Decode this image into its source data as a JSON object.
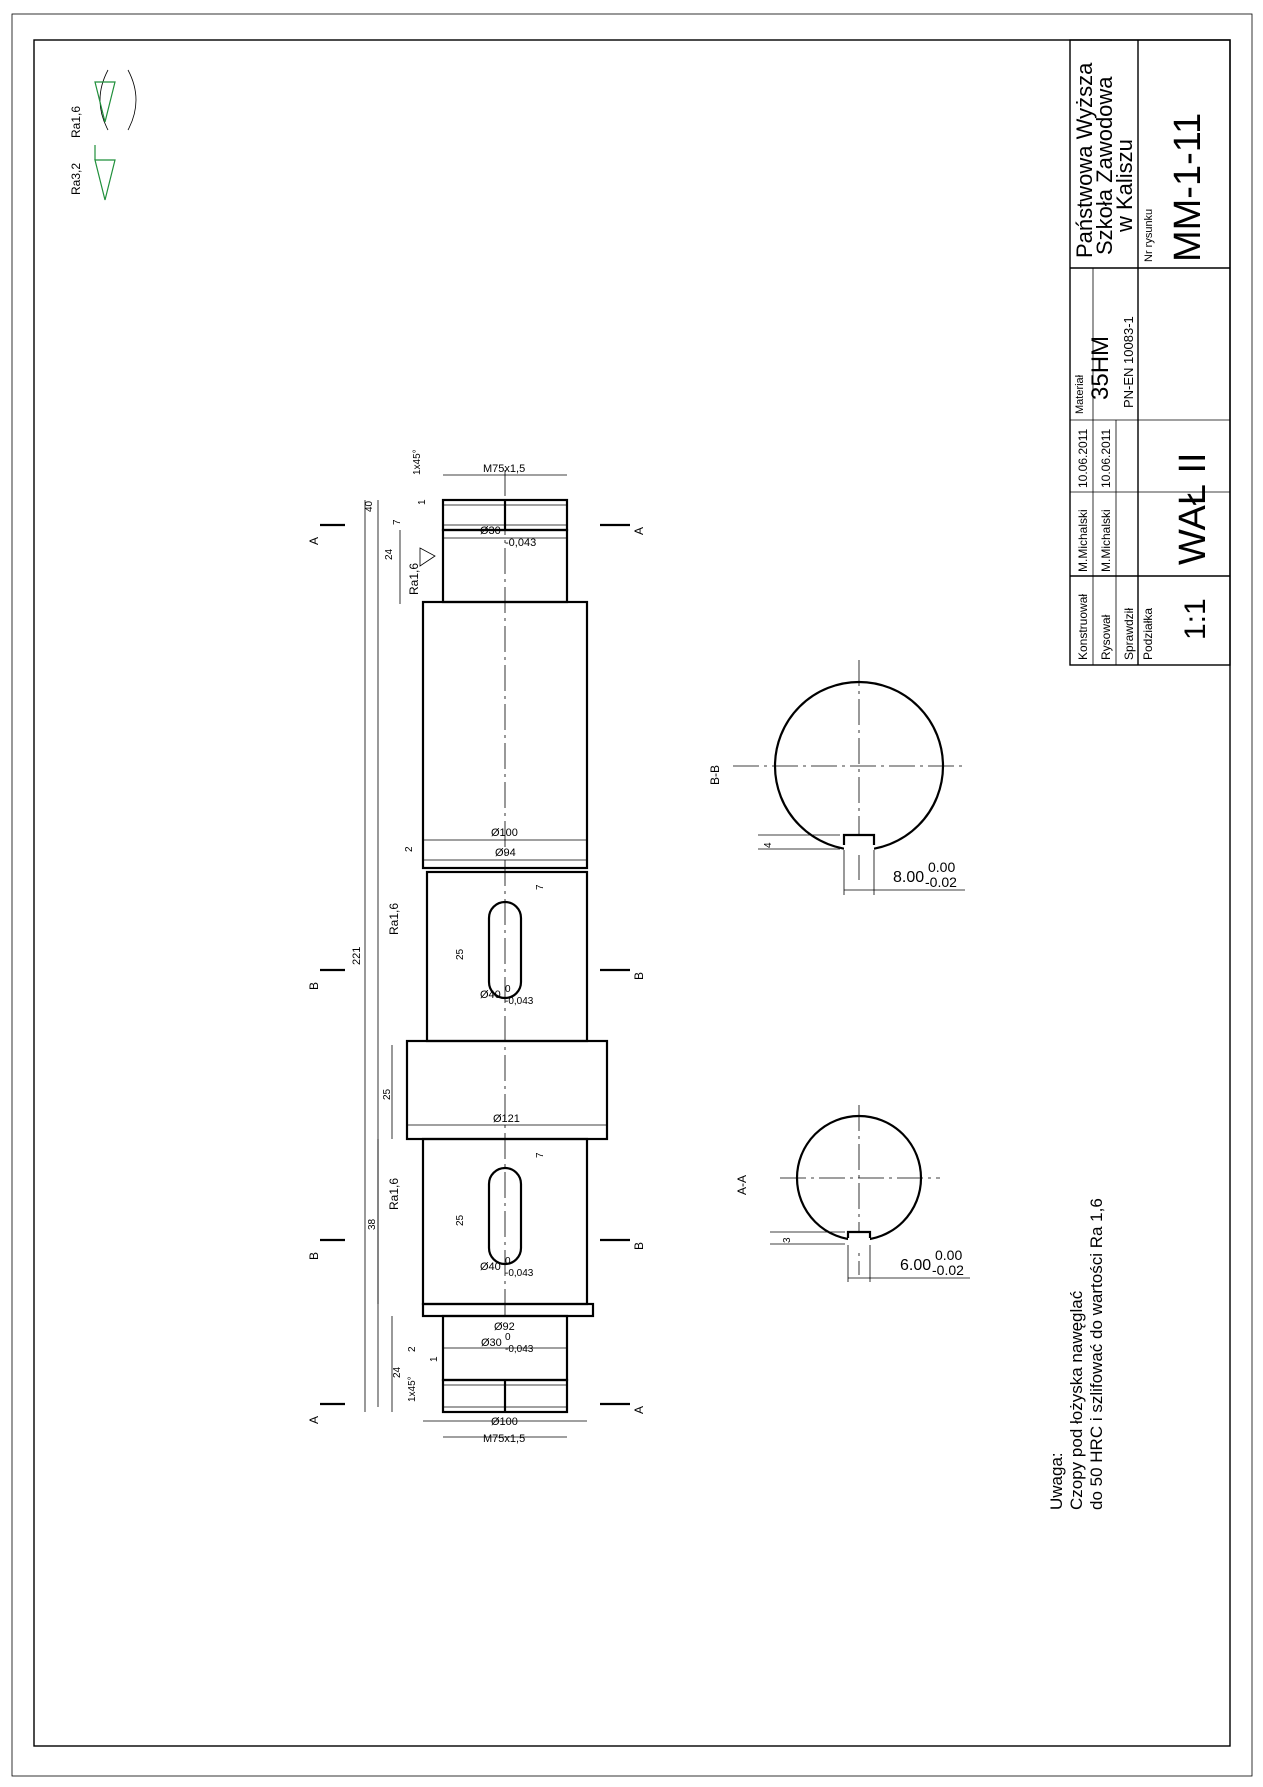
{
  "roughness_general": {
    "symbol": "Ra3,2",
    "bracketed": "Ra1,6"
  },
  "title_block": {
    "institution": [
      "Państwowa Wyższa",
      "Szkoła Zawodowa",
      "w Kaliszu"
    ],
    "drawing_no_label": "Nr rysunku",
    "drawing_no": "MM-1-11",
    "material_label": "Materiał",
    "material": "35HM",
    "material_standard": "PN-EN 10083-1",
    "title": "WAŁ II",
    "scale_label": "Podziałka",
    "scale": "1:1",
    "rows": [
      {
        "role": "Konstruował",
        "name": "M.Michalski",
        "date": "10.06.2011"
      },
      {
        "role": "Rysował",
        "name": "M.Michalski",
        "date": "10.06.2011"
      },
      {
        "role": "Sprawdził",
        "name": "",
        "date": ""
      }
    ]
  },
  "note": {
    "heading": "Uwaga:",
    "line1": "Czopy pod łożyska nawęglać",
    "line2": "do 50 HRC i szlifować do wartości Ra 1,6"
  },
  "dimensions": {
    "thread_top": "M75x1,5",
    "thread_bottom": "M75x1,5",
    "chamfer_top": "1x45°",
    "chamfer_bottom": "1x45°",
    "d_journal_top": "Ø30",
    "tol_journal_top": "-0,043",
    "d_journal_bottom": "Ø30",
    "tol_journal_bottom_upper": "0",
    "tol_journal_bottom_lower": "-0,043",
    "d100": "Ø100",
    "d94": "Ø94",
    "d_key_top": "Ø40",
    "tol_key_top_upper": "0",
    "tol_key_top_lower": "-0,043",
    "d121": "Ø121",
    "d_key_bottom": "Ø40",
    "tol_key_bottom_upper": "0",
    "tol_key_bottom_lower": "-0,043",
    "d92": "Ø92",
    "d100_bottom": "Ø100",
    "len_40": "40",
    "len_7_top": "7",
    "len_1_top": "1",
    "len_24_top": "24",
    "len_221": "221",
    "len_2_top": "2",
    "len_7_key_top": "7",
    "len_25_key_top": "25",
    "len_25_collar": "25",
    "len_7_key_bottom": "7",
    "len_25_key_bottom": "25",
    "len_38": "38",
    "len_2_bottom": "2",
    "len_1_bottom": "1",
    "len_24_bottom": "24",
    "rough_journal_top": "Ra1,6",
    "rough_key_top": "Ra1,6",
    "rough_key_bottom": "Ra1,6"
  },
  "sections": {
    "a_top": "A",
    "a_top_r": "A",
    "b_top": "B",
    "b_top_r": "B",
    "b_bottom": "B",
    "b_bottom_r": "B",
    "a_bottom": "A",
    "a_bottom_r": "A",
    "bb_label": "B-B",
    "bb_depth": "4",
    "bb_width": "8.00",
    "bb_tol_upper": "0.00",
    "bb_tol_lower": "-0.02",
    "aa_label": "A-A",
    "aa_depth": "3",
    "aa_width": "6.00",
    "aa_tol_upper": "0.00",
    "aa_tol_lower": "-0.02"
  }
}
